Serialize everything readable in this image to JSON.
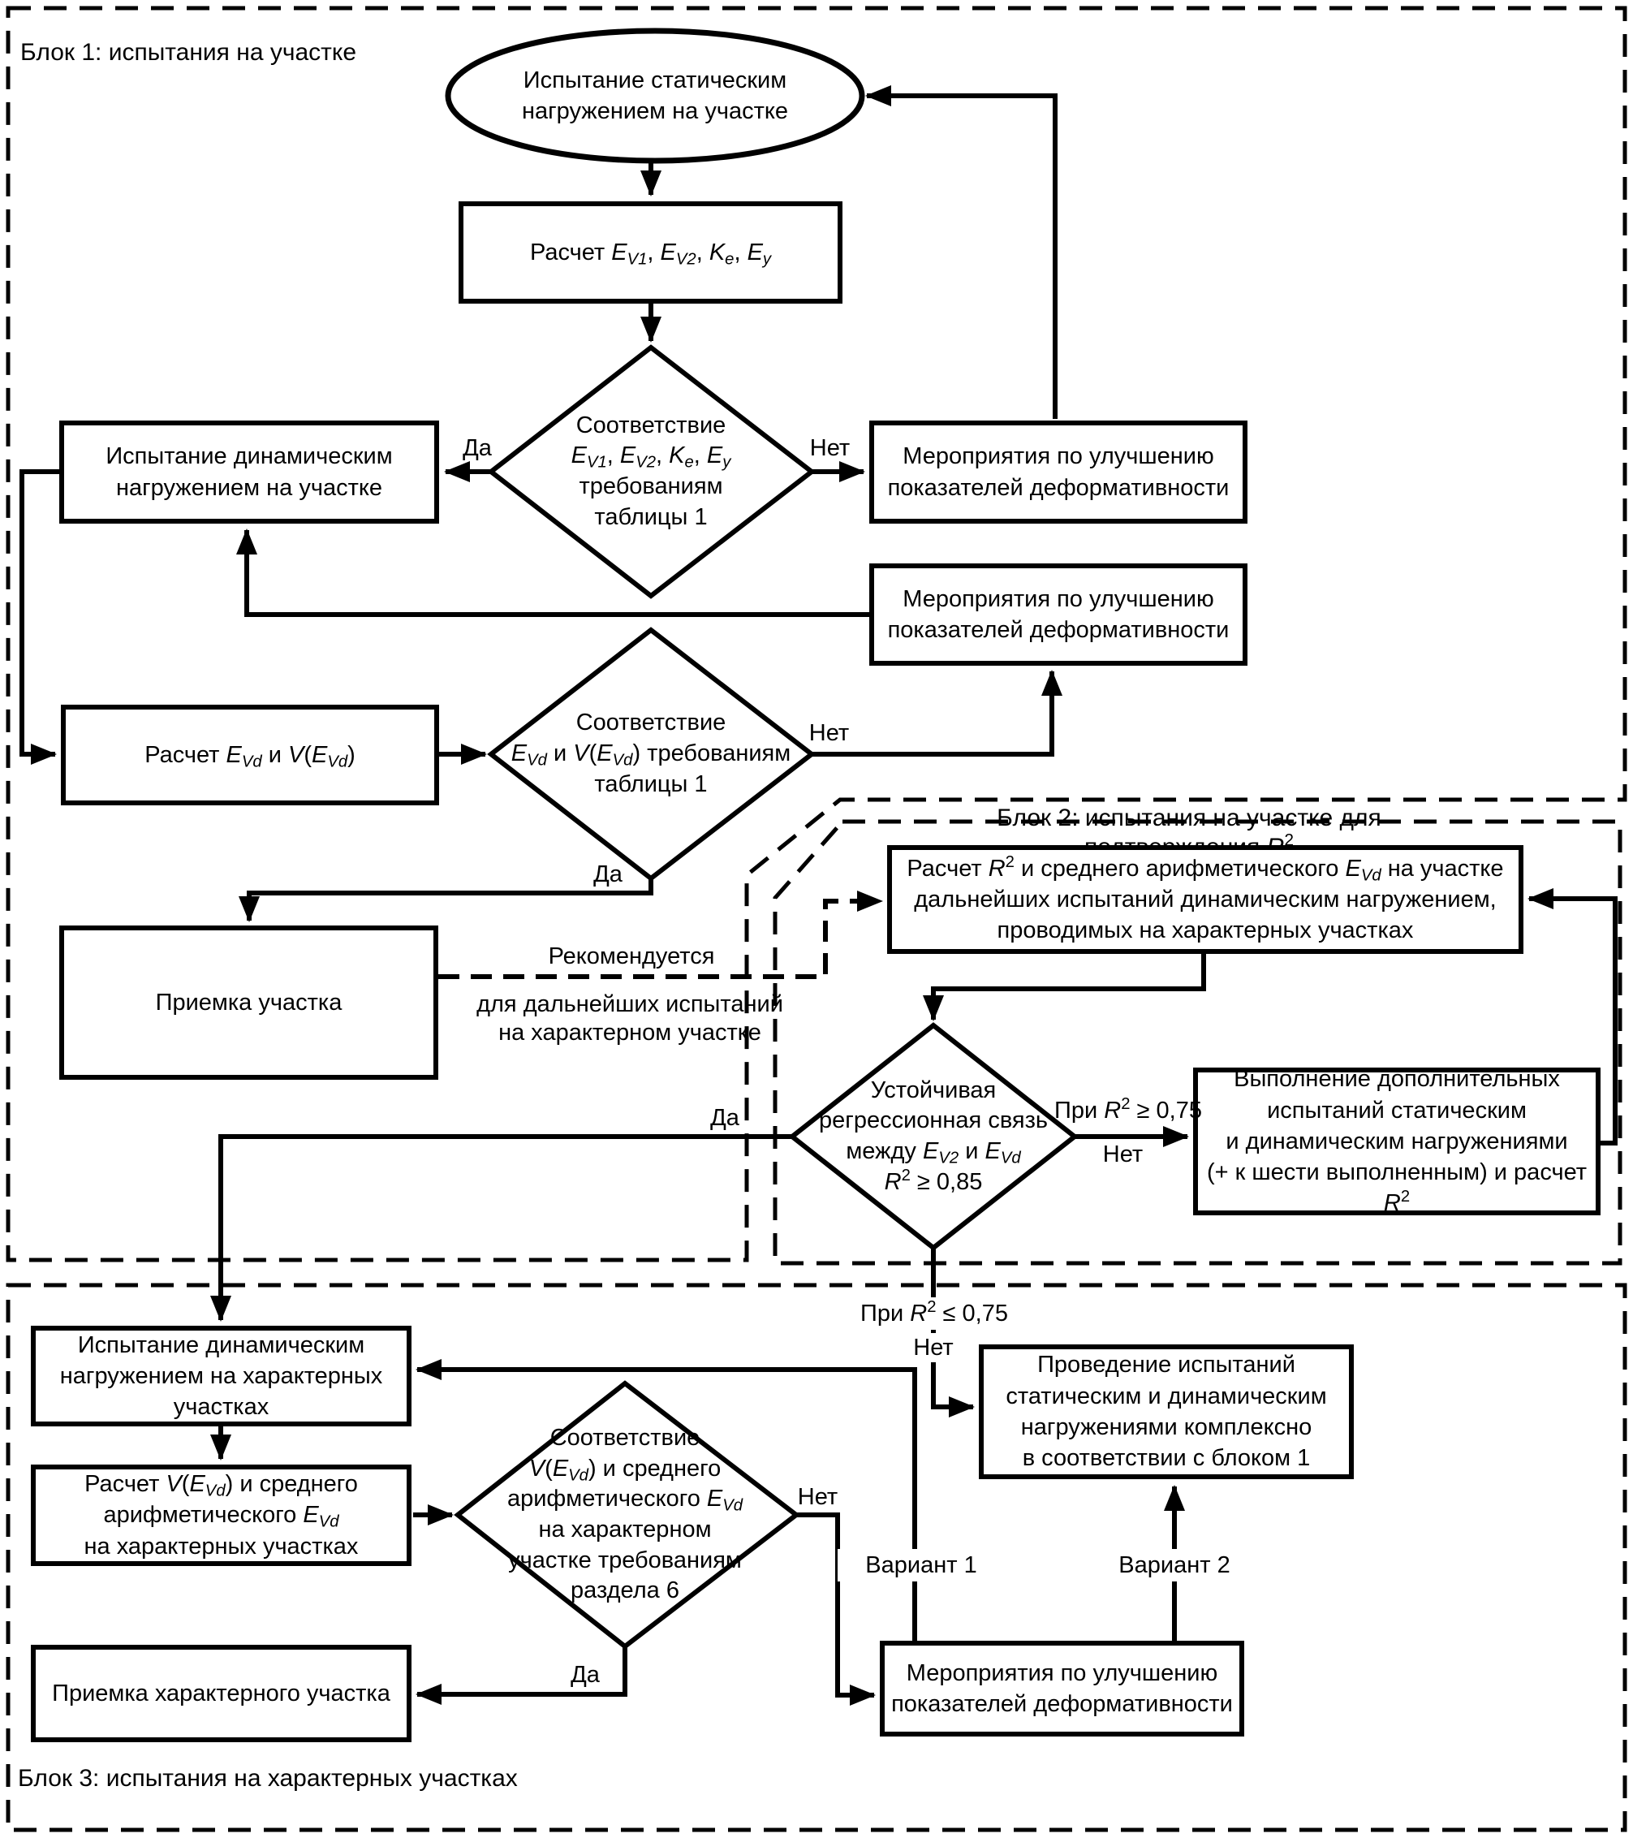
{
  "colors": {
    "ink": "#000000",
    "background": "#ffffff"
  },
  "blocks": {
    "block1_label": "Блок 1: испытания на участке",
    "block2_label": [
      [
        "",
        "Блок 2: испытания на участке для подтверждения "
      ],
      [
        "i",
        "R"
      ],
      [
        "sup",
        "2"
      ]
    ],
    "block3_label": "Блок 3: испытания на характерных участках"
  },
  "nodes": {
    "start_ellipse": "Испытание статическим\nнагружением на участке",
    "calc_ev": [
      [
        "",
        "Расчет "
      ],
      [
        "i",
        "E"
      ],
      [
        "sub",
        "V1"
      ],
      [
        "",
        ", "
      ],
      [
        "i",
        "E"
      ],
      [
        "sub",
        "V2"
      ],
      [
        "",
        ", "
      ],
      [
        "i",
        "K"
      ],
      [
        "sub",
        "e"
      ],
      [
        "",
        ", "
      ],
      [
        "i",
        "E"
      ],
      [
        "sub",
        "y"
      ]
    ],
    "decision1": [
      [
        "",
        "Соответствие\n"
      ],
      [
        "i",
        "E"
      ],
      [
        "sub",
        "V1"
      ],
      [
        "",
        ", "
      ],
      [
        "i",
        "E"
      ],
      [
        "sub",
        "V2"
      ],
      [
        "",
        ", "
      ],
      [
        "i",
        "K"
      ],
      [
        "sub",
        "e"
      ],
      [
        "",
        ", "
      ],
      [
        "i",
        "E"
      ],
      [
        "sub",
        "y"
      ],
      [
        "",
        " требованиям\nтаблицы 1"
      ]
    ],
    "dynamic_test": "Испытание динамическим\nнагружением на участке",
    "measures1": "Мероприятия по улучшению\nпоказателей деформативности",
    "measures2": "Мероприятия по улучшению\nпоказателей деформативности",
    "calc_evd": [
      [
        "",
        "Расчет "
      ],
      [
        "i",
        "E"
      ],
      [
        "sub",
        "Vd"
      ],
      [
        "",
        " и "
      ],
      [
        "i",
        "V"
      ],
      [
        "",
        "("
      ],
      [
        "i",
        "E"
      ],
      [
        "sub",
        "Vd"
      ],
      [
        "",
        ")"
      ]
    ],
    "decision2": [
      [
        "",
        "Соответствие\n"
      ],
      [
        "i",
        "E"
      ],
      [
        "sub",
        "Vd"
      ],
      [
        "",
        " и "
      ],
      [
        "i",
        "V"
      ],
      [
        "",
        "("
      ],
      [
        "i",
        "E"
      ],
      [
        "sub",
        "Vd"
      ],
      [
        "",
        ") требованиям\nтаблицы 1"
      ]
    ],
    "acceptance1": "Приемка участка",
    "calc_r2": [
      [
        "",
        "Расчет "
      ],
      [
        "i",
        "R"
      ],
      [
        "sup",
        "2"
      ],
      [
        "",
        " и среднего арифметического "
      ],
      [
        "i",
        "E"
      ],
      [
        "sub",
        "Vd"
      ],
      [
        "",
        " на участке\nдальнейших испытаний динамическим нагружением,\nпроводимых на характерных участках"
      ]
    ],
    "decision3": [
      [
        "",
        "Устойчивая\nрегрессионная связь\nмежду "
      ],
      [
        "i",
        "E"
      ],
      [
        "sub",
        "V2"
      ],
      [
        "",
        " и "
      ],
      [
        "i",
        "E"
      ],
      [
        "sub",
        "Vd"
      ],
      [
        "",
        "\n"
      ],
      [
        "i",
        "R"
      ],
      [
        "sup",
        "2"
      ],
      [
        "",
        " ≥ 0,85"
      ]
    ],
    "additional_tests": [
      [
        "",
        "Выполнение дополнительных\nиспытаний статическим\nи динамическим нагружениями\n(+ к шести выполненным) и расчет "
      ],
      [
        "i",
        "R"
      ],
      [
        "sup",
        "2"
      ]
    ],
    "dynamic_test_char": "Испытание динамическим\nнагружением на характерных\nучастках",
    "calc_v": [
      [
        "",
        "Расчет "
      ],
      [
        "i",
        "V"
      ],
      [
        "",
        "("
      ],
      [
        "i",
        "E"
      ],
      [
        "sub",
        "Vd"
      ],
      [
        "",
        ") и среднего\nарифметического "
      ],
      [
        "i",
        "E"
      ],
      [
        "sub",
        "Vd"
      ],
      [
        "",
        "\nна характерных участках"
      ]
    ],
    "decision4": [
      [
        "",
        "Соответствие\n"
      ],
      [
        "i",
        "V"
      ],
      [
        "",
        "("
      ],
      [
        "i",
        "E"
      ],
      [
        "sub",
        "Vd"
      ],
      [
        "",
        ") и среднего\nарифметического "
      ],
      [
        "i",
        "E"
      ],
      [
        "sub",
        "Vd"
      ],
      [
        "",
        "\nна характерном\nучастке требованиям\nраздела 6"
      ]
    ],
    "conduct_complex": "Проведение испытаний\nстатическим и динамическим\nнагружениями комплексно\nв соответствии с блоком 1",
    "measures3": "Мероприятия по улучшению\nпоказателей деформативности",
    "acceptance2": "Приемка характерного участка"
  },
  "edges": {
    "d1_yes": "Да",
    "d1_no": "Нет",
    "d2_yes": "Да",
    "d2_no": "Нет",
    "d3_yes": "Да",
    "d3_cond_high": [
      [
        "",
        "При "
      ],
      [
        "i",
        "R"
      ],
      [
        "sup",
        "2"
      ],
      [
        "",
        " ≥ 0,75"
      ]
    ],
    "d3_no": "Нет",
    "d3_cond_low": [
      [
        "",
        "При "
      ],
      [
        "i",
        "R"
      ],
      [
        "sup",
        "2"
      ],
      [
        "",
        " ≤ 0,75"
      ]
    ],
    "d3_low_no": "Нет",
    "d4_yes": "Да",
    "d4_no": "Нет",
    "variant1": "Вариант 1",
    "variant2": "Вариант 2",
    "recommended_top": "Рекомендуется",
    "recommended_bottom": "для дальнейших испытаний\nна характерном участке"
  }
}
